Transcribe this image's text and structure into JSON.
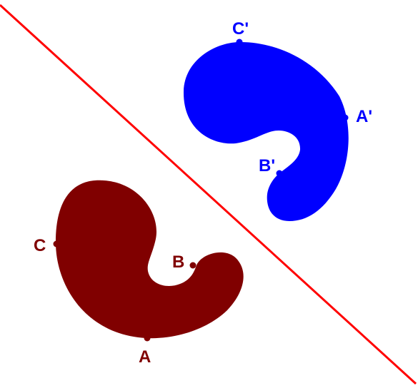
{
  "colors": {
    "background": "#ffffff",
    "mirror_line": "#ff0000",
    "original_shape": "#800000",
    "reflected_shape": "#0000ff"
  },
  "original": {
    "label_a": "A",
    "label_b": "B",
    "label_c": "C"
  },
  "reflected": {
    "label_a": "A'",
    "label_b": "B'",
    "label_c": "C'"
  }
}
